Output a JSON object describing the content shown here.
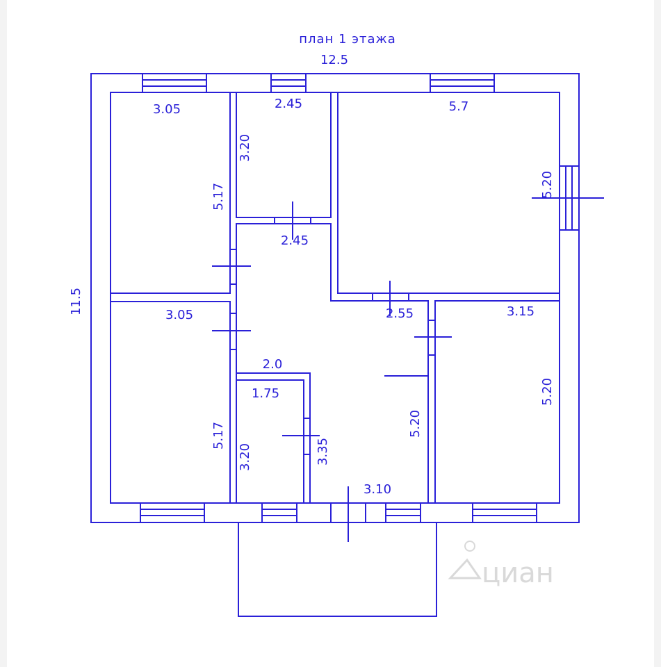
{
  "title": "план 1 этажа",
  "colors": {
    "ink": "#2a20d8",
    "watermark": "#d9d9d9"
  },
  "overall": {
    "width": "12.5",
    "height": "11.5"
  },
  "rooms": [
    {
      "id": "room-top-left",
      "width": "3.05",
      "height": "5.17"
    },
    {
      "id": "room-top-small",
      "width": "2.45",
      "height": "3.20"
    },
    {
      "id": "room-top-right",
      "width": "5.7",
      "height": "5.20"
    },
    {
      "id": "hall",
      "width": "2.45"
    },
    {
      "id": "room-bottom-left",
      "width": "3.05",
      "height": "5.17"
    },
    {
      "id": "bathroom",
      "width": "1.75",
      "height": "3.20"
    },
    {
      "id": "corridor",
      "widths": [
        "2.0",
        "3.10",
        "2.55"
      ],
      "heights": [
        "3.35",
        "5.20"
      ]
    },
    {
      "id": "room-bottom-right",
      "width": "3.15",
      "height": "5.20"
    }
  ],
  "watermark": {
    "icon": "cian-logo-icon",
    "text": "циан"
  }
}
